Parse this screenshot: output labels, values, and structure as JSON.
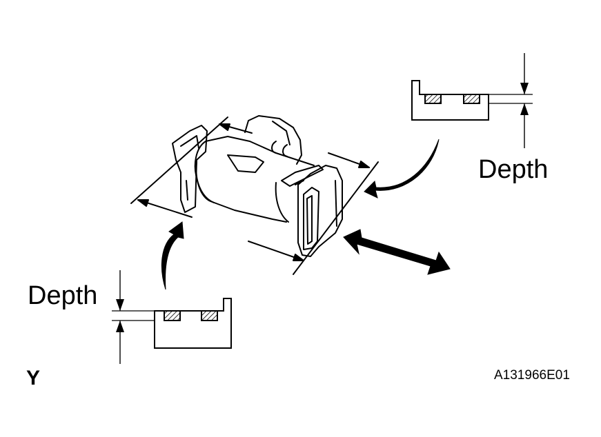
{
  "labels": {
    "depth_top": "Depth",
    "depth_bottom": "Depth",
    "view_letter": "Y",
    "figure_id": "A131966E01"
  },
  "colors": {
    "line": "#000000",
    "background": "#ffffff",
    "hatch": "#000000"
  }
}
